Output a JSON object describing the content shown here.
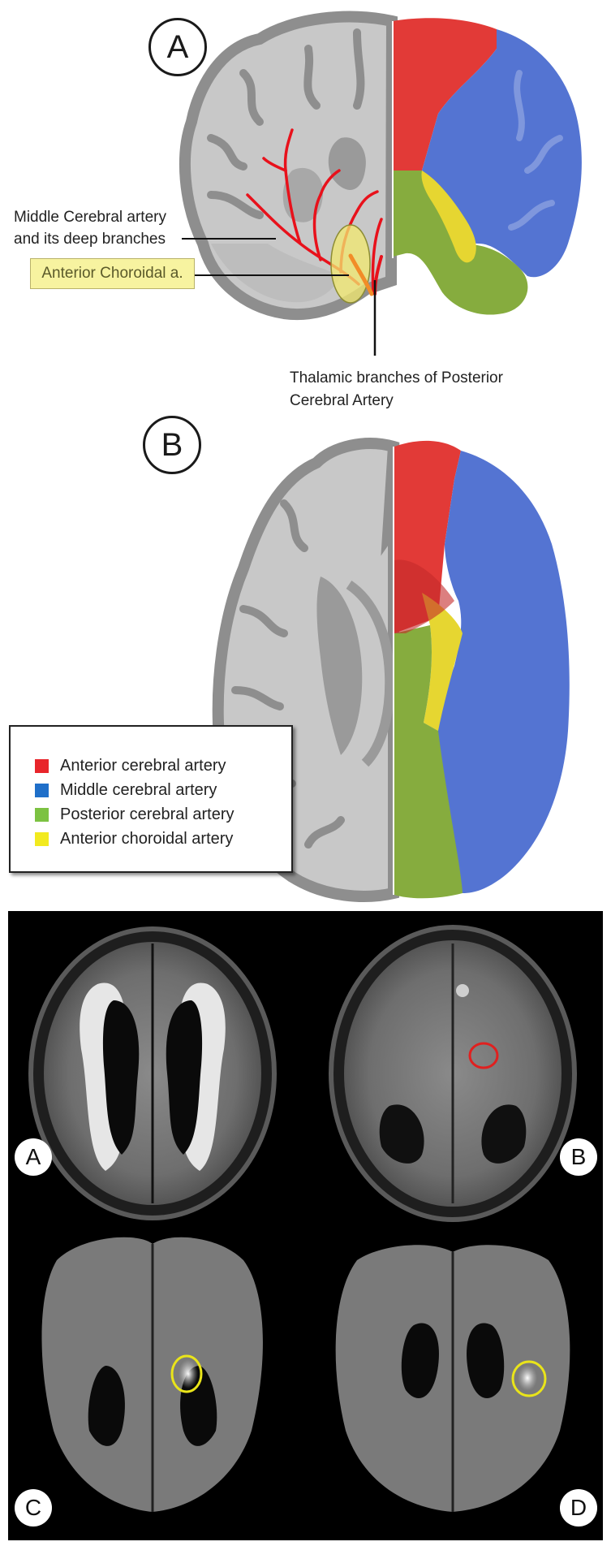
{
  "diagram": {
    "panel_a": {
      "letter": "A",
      "mca_label_line1": "Middle Cerebral artery",
      "mca_label_line2": "and its deep branches",
      "choroidal_label": "Anterior Choroidal a.",
      "thalamic_label_line1": "Thalamic branches of Posterior",
      "thalamic_label_line2": "Cerebral Artery"
    },
    "panel_b": {
      "letter": "B"
    },
    "legend": [
      {
        "label": "Anterior cerebral artery",
        "color": "#e8252b"
      },
      {
        "label": "Middle cerebral artery",
        "color": "#1f6fc9"
      },
      {
        "label": "Posterior cerebral artery",
        "color": "#7cc242"
      },
      {
        "label": "Anterior choroidal artery",
        "color": "#f2ea1f"
      }
    ],
    "colors": {
      "gray_brain": "#c8c8c8",
      "gray_dark": "#8e8e8e",
      "aca_red": "#e23a37",
      "mca_blue": "#5474d2",
      "pca_green": "#86ac3e",
      "acha_yellow": "#e6d631"
    }
  },
  "mri": {
    "panels": [
      {
        "letter": "A",
        "marker": "none"
      },
      {
        "letter": "B",
        "marker": "red-circle"
      },
      {
        "letter": "C",
        "marker": "yellow-ellipse"
      },
      {
        "letter": "D",
        "marker": "yellow-ellipse"
      }
    ]
  }
}
